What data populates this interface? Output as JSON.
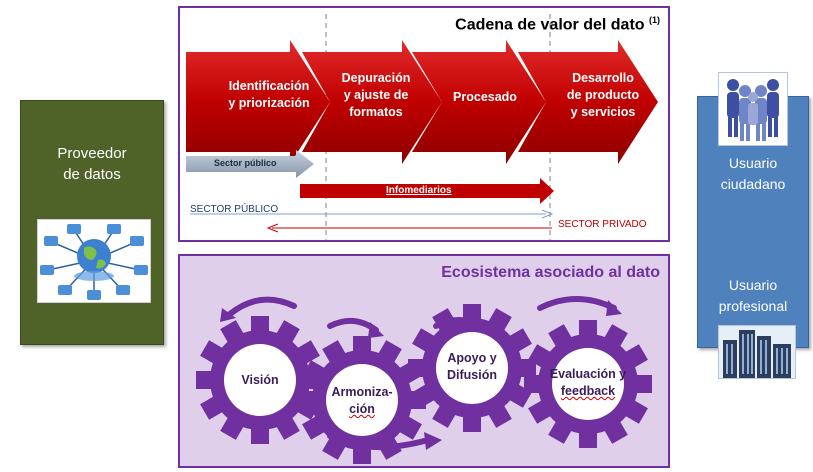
{
  "provider": {
    "label": "Proveedor\nde datos",
    "image": "network-globe-icon"
  },
  "value_chain": {
    "title": "Cadena de valor del dato",
    "title_note": "(1)",
    "stages": [
      "Identificación\ny priorización",
      "Depuración\ny ajuste de\nformatos",
      "Procesado",
      "Desarrollo\nde producto\ny servicios"
    ],
    "sector_publico_bar": "Sector público",
    "infomediarios_bar": "Infomediarios",
    "sector_publico_line": "SECTOR PÚBLICO",
    "sector_privado_line": "SECTOR PRIVADO"
  },
  "ecosystem": {
    "title": "Ecosistema asociado  al dato",
    "gears": [
      {
        "label": "Visión"
      },
      {
        "label_line1": "Armoniza-",
        "label_line2": "ción"
      },
      {
        "label": "Apoyo y\nDifusión"
      },
      {
        "label_line1": "Evaluación y",
        "label_line2": "feedback"
      }
    ]
  },
  "users": {
    "citizen_label": "Usuario\nciudadano",
    "professional_label": "Usuario\nprofesional",
    "citizen_image": "people-group-icon",
    "professional_image": "office-buildings-icon"
  },
  "colors": {
    "provider_bg": "#4f6228",
    "users_bg": "#4f81bd",
    "frame": "#7030a0",
    "eco_bg": "#e0cfea",
    "arrow_red": "#c00000",
    "gear": "#7030a0"
  }
}
